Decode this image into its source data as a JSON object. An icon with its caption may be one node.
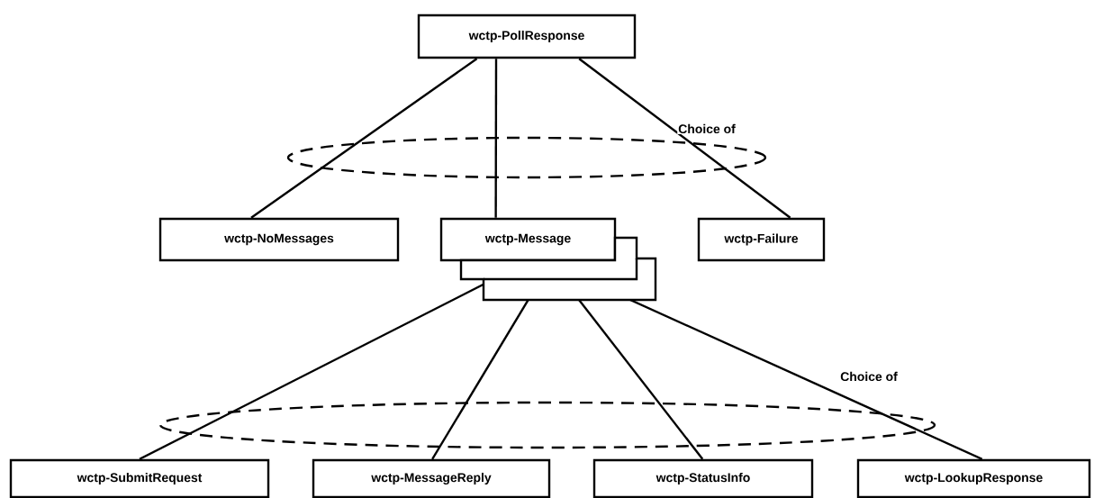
{
  "diagram": {
    "nodes": [
      {
        "text": [
          "wctp-PollResponse"
        ]
      },
      {
        "text": [
          "wctp-NoMessages"
        ]
      },
      {
        "text": [
          "wctp-Message"
        ]
      },
      {
        "text": [
          "wctp-Failure"
        ]
      },
      {
        "text": [
          "wctp-SubmitRequest"
        ]
      },
      {
        "text": [
          "wctp-MessageReply"
        ]
      },
      {
        "text": [
          "wctp-StatusInfo"
        ]
      },
      {
        "text": [
          "wctp-LookupResponse"
        ]
      }
    ],
    "edges": [
      {
        "from": 0,
        "to": 1,
        "arrow": "none"
      },
      {
        "from": 0,
        "to": 2,
        "arrow": "none"
      },
      {
        "from": 0,
        "to": 3,
        "arrow": "none"
      },
      {
        "from": 2,
        "to": 4,
        "arrow": "none"
      },
      {
        "from": 2,
        "to": 5,
        "arrow": "none"
      },
      {
        "from": 2,
        "to": 6,
        "arrow": "none"
      },
      {
        "from": 2,
        "to": 7,
        "arrow": "none"
      }
    ],
    "labels": [
      "Choice of",
      "Choice of"
    ]
  }
}
